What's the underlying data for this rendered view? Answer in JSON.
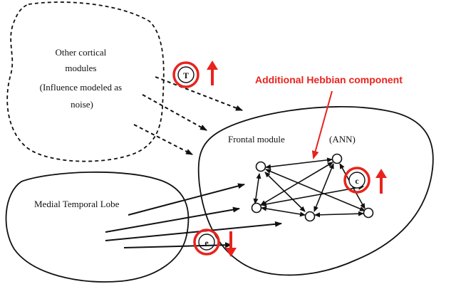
{
  "labels": {
    "other_cortical": [
      "Other cortical",
      "modules",
      "(Influence modeled as",
      "noise)"
    ],
    "frontal_module": "Frontal module",
    "ann": "(ANN)",
    "medial_temporal_lobe": "Medial Temporal Lobe",
    "hebbian_annotation": "Additional Hebbian component",
    "param_T": "T",
    "param_c": "c",
    "param_e": "e"
  },
  "indicators": {
    "T": "up",
    "c": "up",
    "e": "down"
  },
  "colors": {
    "line": "#111111",
    "annotation": "#e8231d",
    "background": "#ffffff"
  },
  "network": {
    "nodes": [
      "n1",
      "n2",
      "n3",
      "n4",
      "n5",
      "n6"
    ],
    "edges": [
      [
        "n1",
        "n2"
      ],
      [
        "n1",
        "n4"
      ],
      [
        "n1",
        "n5"
      ],
      [
        "n2",
        "n3"
      ],
      [
        "n2",
        "n5"
      ],
      [
        "n2",
        "n6"
      ],
      [
        "n3",
        "n4"
      ],
      [
        "n3",
        "n5"
      ],
      [
        "n4",
        "n5"
      ],
      [
        "n5",
        "n6"
      ],
      [
        "n4",
        "n6"
      ]
    ]
  }
}
